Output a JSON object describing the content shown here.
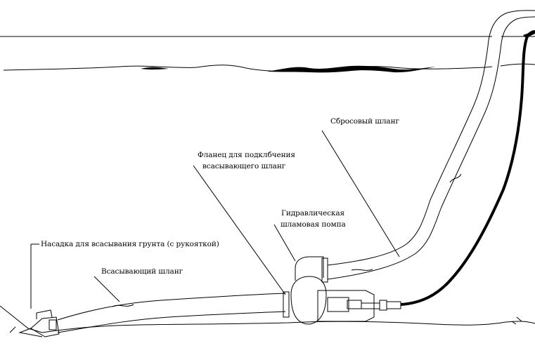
{
  "labels": {
    "discharge_hose": "Сбросовый шланг",
    "flange_line1": "Фланец для подклбчения",
    "flange_line2": "всасывающего шланг",
    "pump_line1": "Гидравлическая",
    "pump_line2": "шламовая помпа",
    "nozzle": "Насадка для всасывания грунта (с рукояткой)",
    "suction_hose": "Всасывающий шланг"
  },
  "colors": {
    "ink": "#000000",
    "background": "#ffffff"
  }
}
